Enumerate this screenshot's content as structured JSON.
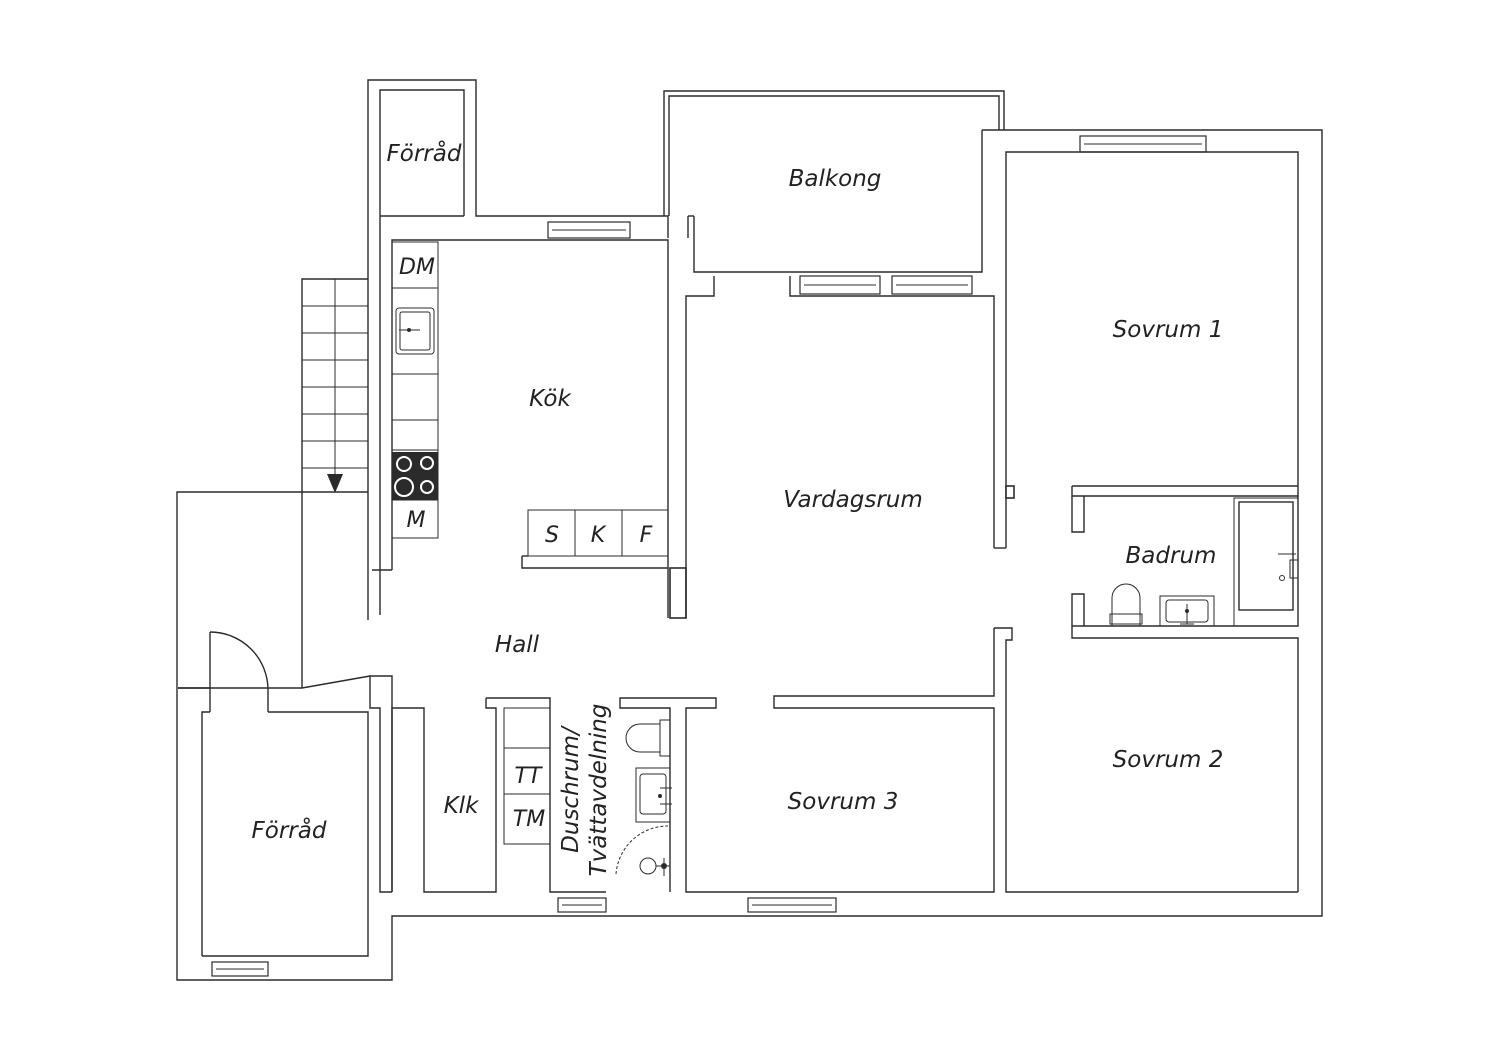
{
  "rooms": {
    "forrad_top": "Förråd",
    "balkong": "Balkong",
    "kok": "Kök",
    "vardagsrum": "Vardagsrum",
    "sovrum1": "Sovrum 1",
    "badrum": "Badrum",
    "hall": "Hall",
    "forrad_left": "Förråd",
    "klk": "Klk",
    "dusch_line1": "Duschrum/",
    "dusch_line2": "Tvättavdelning",
    "sovrum3": "Sovrum 3",
    "sovrum2": "Sovrum 2"
  },
  "appliances": {
    "dm": "DM",
    "m": "M",
    "s": "S",
    "k": "K",
    "f": "F",
    "tt": "TT",
    "tm": "TM"
  }
}
